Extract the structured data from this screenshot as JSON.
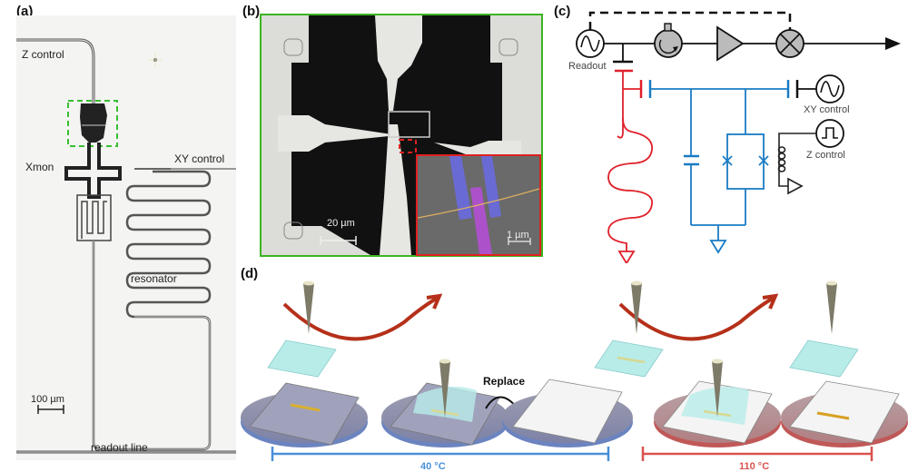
{
  "figure": {
    "panels": {
      "a": {
        "label": "(a)",
        "annotations": {
          "z_control": "Z control",
          "xy_control": "XY control",
          "xmon": "Xmon",
          "resonator": "resonator",
          "readout_line": "readout line",
          "scale_bar": "100 µm"
        }
      },
      "b": {
        "label": "(b)",
        "scale_bar_main": "20 µm",
        "scale_bar_inset": "1 µm",
        "colors": {
          "frame": "#3cb521",
          "inset_frame": "#e02020",
          "electrode_blue": "#6a6ae0",
          "electrode_purple": "#b050d0",
          "nanowire": "#e0b060"
        }
      },
      "c": {
        "label": "(c)",
        "annotations": {
          "readout": "Readout",
          "xy_control": "XY control",
          "z_control": "Z control"
        },
        "colors": {
          "readout_circuit": "#e0202a",
          "qubit_circuit": "#1a7cc4",
          "control": "#222222"
        }
      },
      "d": {
        "label": "(d)",
        "replace_label": "Replace",
        "temperatures": [
          {
            "label": "40 °C",
            "color": "#4a90d9"
          },
          {
            "label": "110 °C",
            "color": "#d9534f"
          }
        ],
        "arrow_color": "#b5301a"
      }
    }
  }
}
